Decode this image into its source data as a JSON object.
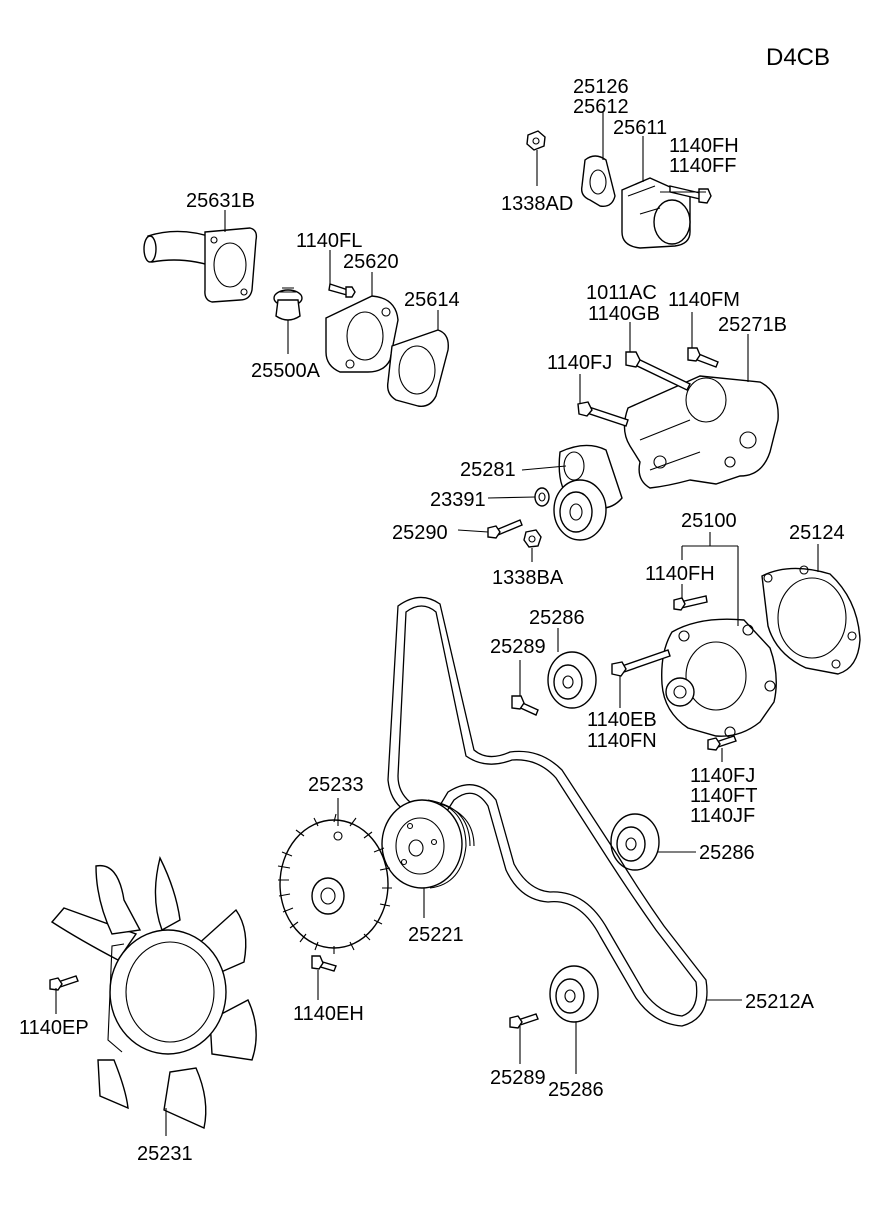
{
  "engine_code": "D4CB",
  "callouts": {
    "c25126": "25126",
    "c25612": "25612",
    "c25611": "25611",
    "c1140FH_top": "1140FH",
    "c1140FF": "1140FF",
    "c1338AD": "1338AD",
    "c25631B": "25631B",
    "c1140FL": "1140FL",
    "c25620": "25620",
    "c25614": "25614",
    "c25500A": "25500A",
    "c1011AC": "1011AC",
    "c1140GB": "1140GB",
    "c1140FM": "1140FM",
    "c25271B": "25271B",
    "c1140FJ_top": "1140FJ",
    "c25281": "25281",
    "c23391": "23391",
    "c25290": "25290",
    "c1338BA": "1338BA",
    "c25100": "25100",
    "c25124": "25124",
    "c1140FH_mid": "1140FH",
    "c25286_a": "25286",
    "c25289_a": "25289",
    "c1140EB": "1140EB",
    "c1140FN": "1140FN",
    "c1140FJ_bot": "1140FJ",
    "c1140FT": "1140FT",
    "c1140JF": "1140JF",
    "c25233": "25233",
    "c25286_b": "25286",
    "c25221": "25221",
    "c1140EH": "1140EH",
    "c1140EP": "1140EP",
    "c25212A": "25212A",
    "c25289_b": "25289",
    "c25286_c": "25286",
    "c25231": "25231"
  }
}
